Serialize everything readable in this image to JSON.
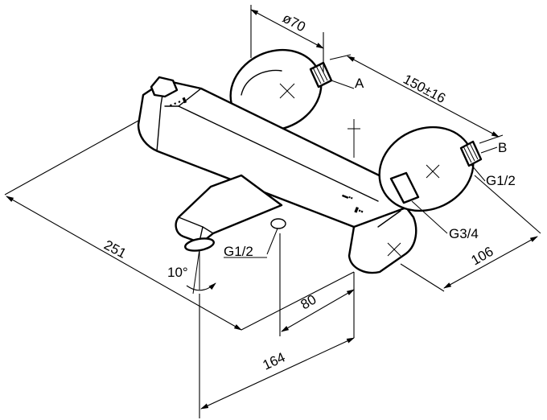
{
  "dimensions": {
    "flange_diameter": "ø70",
    "center_distance": "150±16",
    "overall_depth": "106",
    "overall_width": "251",
    "spout_offset": "80",
    "spout_reach": "164"
  },
  "connections": {
    "inlet_left": "A",
    "inlet_right": "B",
    "inlet_thread": "G1/2",
    "outlet_thread": "G3/4",
    "spout_thread": "G1/2"
  },
  "angles": {
    "spout_tilt": "10°"
  }
}
